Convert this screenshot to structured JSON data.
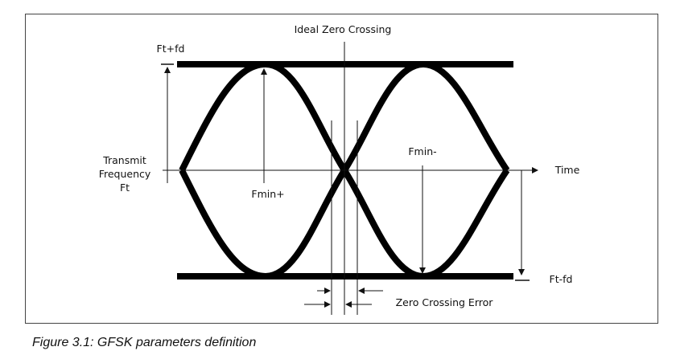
{
  "figure": {
    "labels": {
      "ideal_zero_crossing": "Ideal Zero Crossing",
      "ft_plus_fd": "Ft+fd",
      "transmit": "Transmit",
      "frequency": "Frequency",
      "ft": "Ft",
      "fmin_plus": "Fmin+",
      "fmin_minus": "Fmin-",
      "time": "Time",
      "ft_minus_fd": "Ft-fd",
      "zero_crossing_error": "Zero Crossing Error"
    },
    "caption": "Figure 3.1: GFSK parameters definition"
  }
}
